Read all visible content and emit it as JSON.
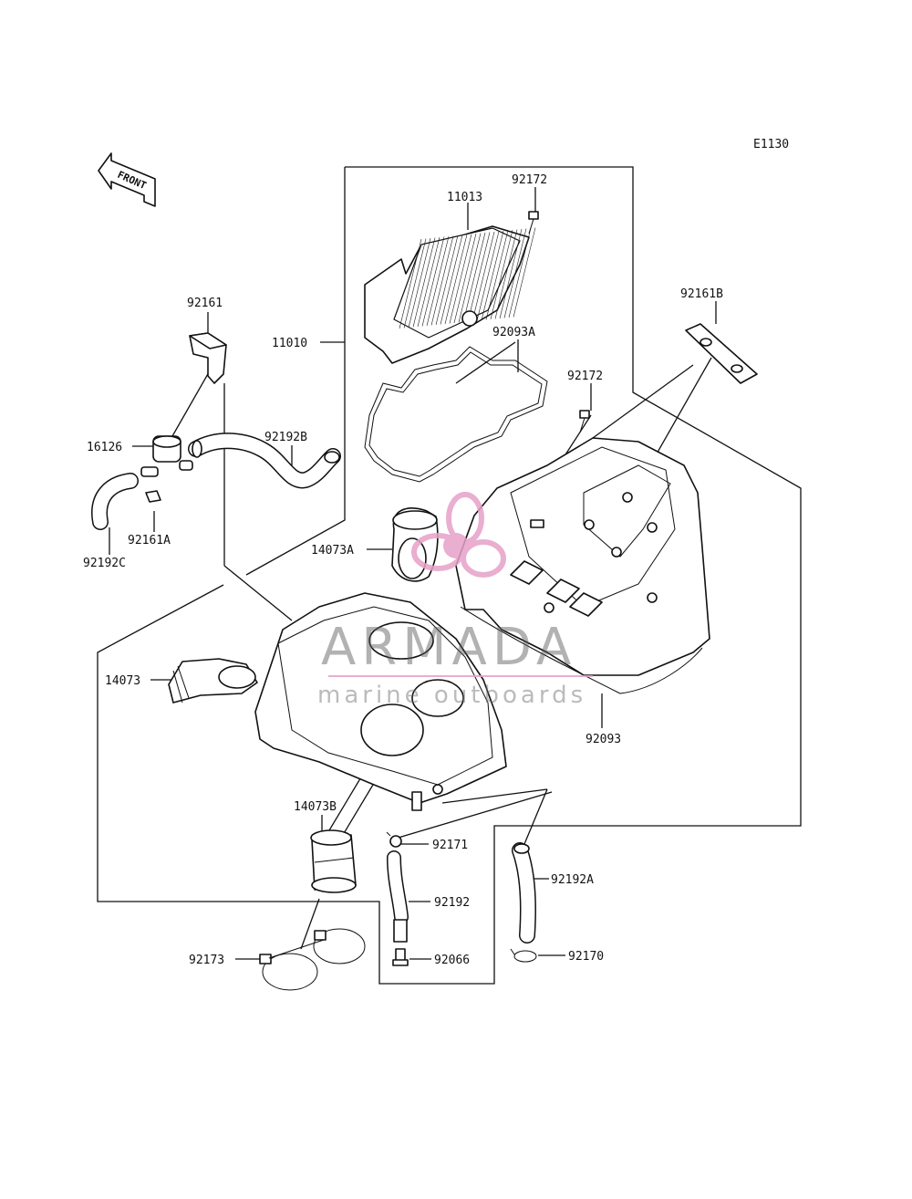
{
  "diagram_code": "E1130",
  "direction_label": "FRONT",
  "watermark": {
    "brand": "ARMADA",
    "tagline": "marine outboards",
    "accent_color": "#e6a0c8"
  },
  "part_labels": {
    "p11013": "11013",
    "p92172_top": "92172",
    "p92161": "92161",
    "p11010": "11010",
    "p92093A": "92093A",
    "p92161B": "92161B",
    "p92172_mid": "92172",
    "p16126": "16126",
    "p92192B": "92192B",
    "p92161A": "92161A",
    "p92192C": "92192C",
    "p14073A": "14073A",
    "p14073": "14073",
    "p92093": "92093",
    "p14073B": "14073B",
    "p92171": "92171",
    "p92192A": "92192A",
    "p92192": "92192",
    "p92173": "92173",
    "p92066": "92066",
    "p92170": "92170"
  }
}
